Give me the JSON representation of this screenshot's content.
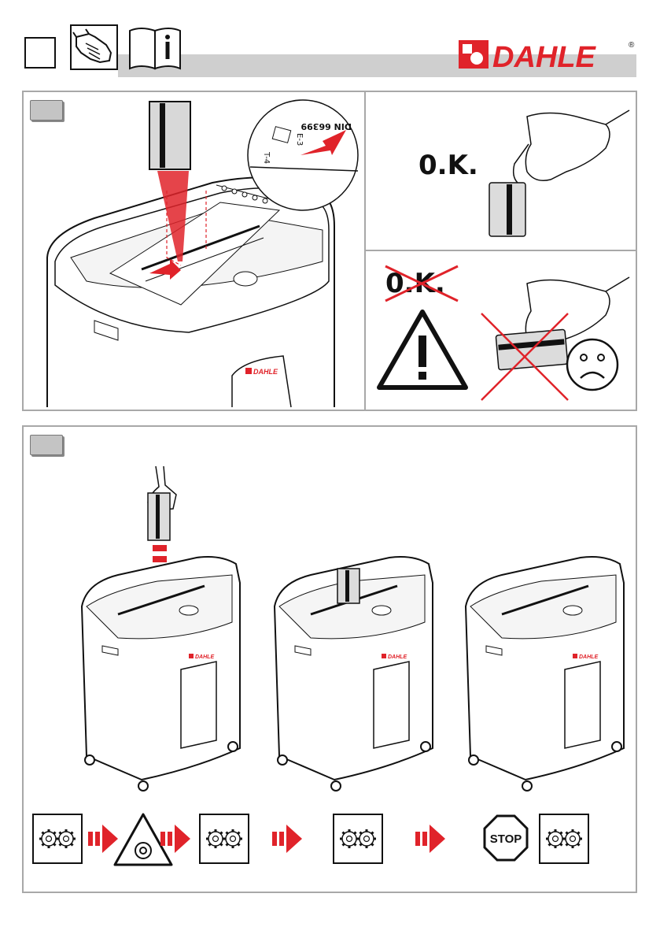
{
  "header": {
    "brand": "DAHLE",
    "registered_mark": "®",
    "icons": [
      "blank-square-icon",
      "hand-icon",
      "info-book-icon"
    ]
  },
  "panel1": {
    "ok_label": "0.K.",
    "ok_crossed_label": "0.K.",
    "card_standard_label": "DIN 66399",
    "level_e": "E-3",
    "level_t": "T-4",
    "shredder_logo": "DAHLE"
  },
  "panel2": {
    "shredder_logo": "DAHLE",
    "stop_label": "STOP"
  },
  "colors": {
    "accent_red": "#e0232a",
    "panel_border": "#a8a8a8",
    "header_bar": "#cfcfcf",
    "badge": "#c4c4c4"
  }
}
